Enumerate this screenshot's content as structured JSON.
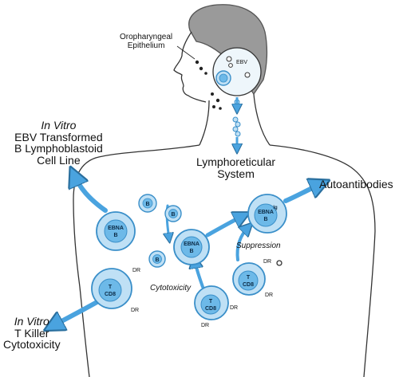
{
  "labels": {
    "oropharyngeal": [
      "Oropharyngeal",
      "Epithelium"
    ],
    "ebv": "EBV",
    "in_vitro_top": "In Vitro",
    "transformed": [
      "EBV Transformed",
      "B Lymphoblastoid",
      "Cell Line"
    ],
    "lymphoreticular": [
      "Lymphoreticular",
      "System"
    ],
    "autoantibodies": "Autoantibodies",
    "suppression": "Suppression",
    "cytotoxicity": "Cytotoxicity",
    "in_vitro_bottom": "In Vitro",
    "killer": [
      "T Killer",
      "Cytotoxicity"
    ]
  },
  "cells": {
    "b": "B",
    "ebna_line1": "EBNA",
    "ebna_line2": "B",
    "t_line1": "T",
    "t_line2": "CD8",
    "ig": "Ig",
    "dr": "DR"
  },
  "colors": {
    "cell_fill": "#bfe0f5",
    "cell_ring": "#3a8fc9",
    "nucleus": "#6db9e8",
    "arrow": "#4aa3df",
    "outline": "#333333"
  }
}
